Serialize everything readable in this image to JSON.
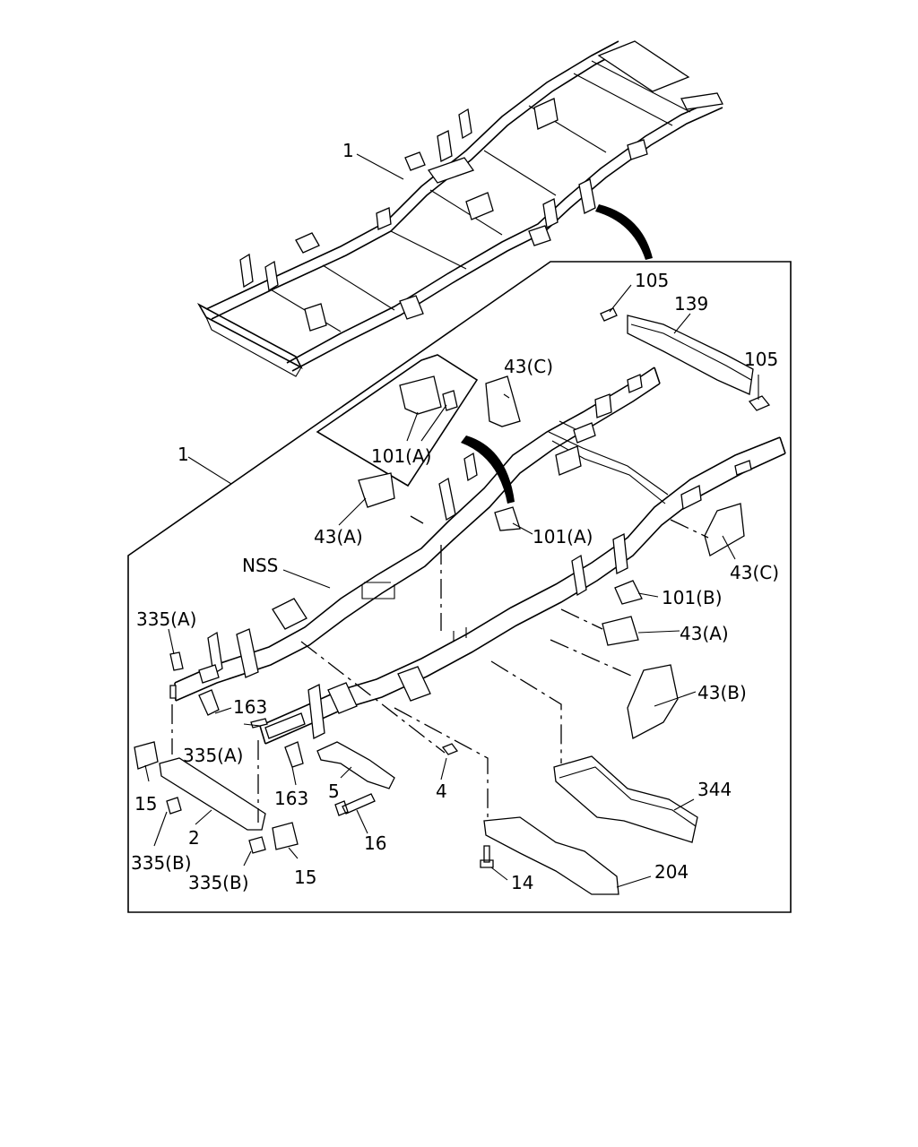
{
  "labels": {
    "frame_top": "1",
    "frame_detail": "1",
    "nss": "NSS",
    "p105_top": "105",
    "p139": "139",
    "p105_right": "105",
    "p43c_top": "43(C)",
    "p101a_box": "101(A)",
    "p43a_left": "43(A)",
    "p101a_right": "101(A)",
    "p43c_right": "43(C)",
    "p101b": "101(B)",
    "p43a_right": "43(A)",
    "p43b": "43(B)",
    "p335a_top": "335(A)",
    "p163_top": "163",
    "p335a_mid": "335(A)",
    "p15_left": "15",
    "p163_bottom": "163",
    "p5": "5",
    "p4": "4",
    "p2": "2",
    "p335b_left": "335(B)",
    "p335b_bottom": "335(B)",
    "p15_bottom": "15",
    "p16": "16",
    "p344": "344",
    "p14": "14",
    "p204": "204"
  }
}
